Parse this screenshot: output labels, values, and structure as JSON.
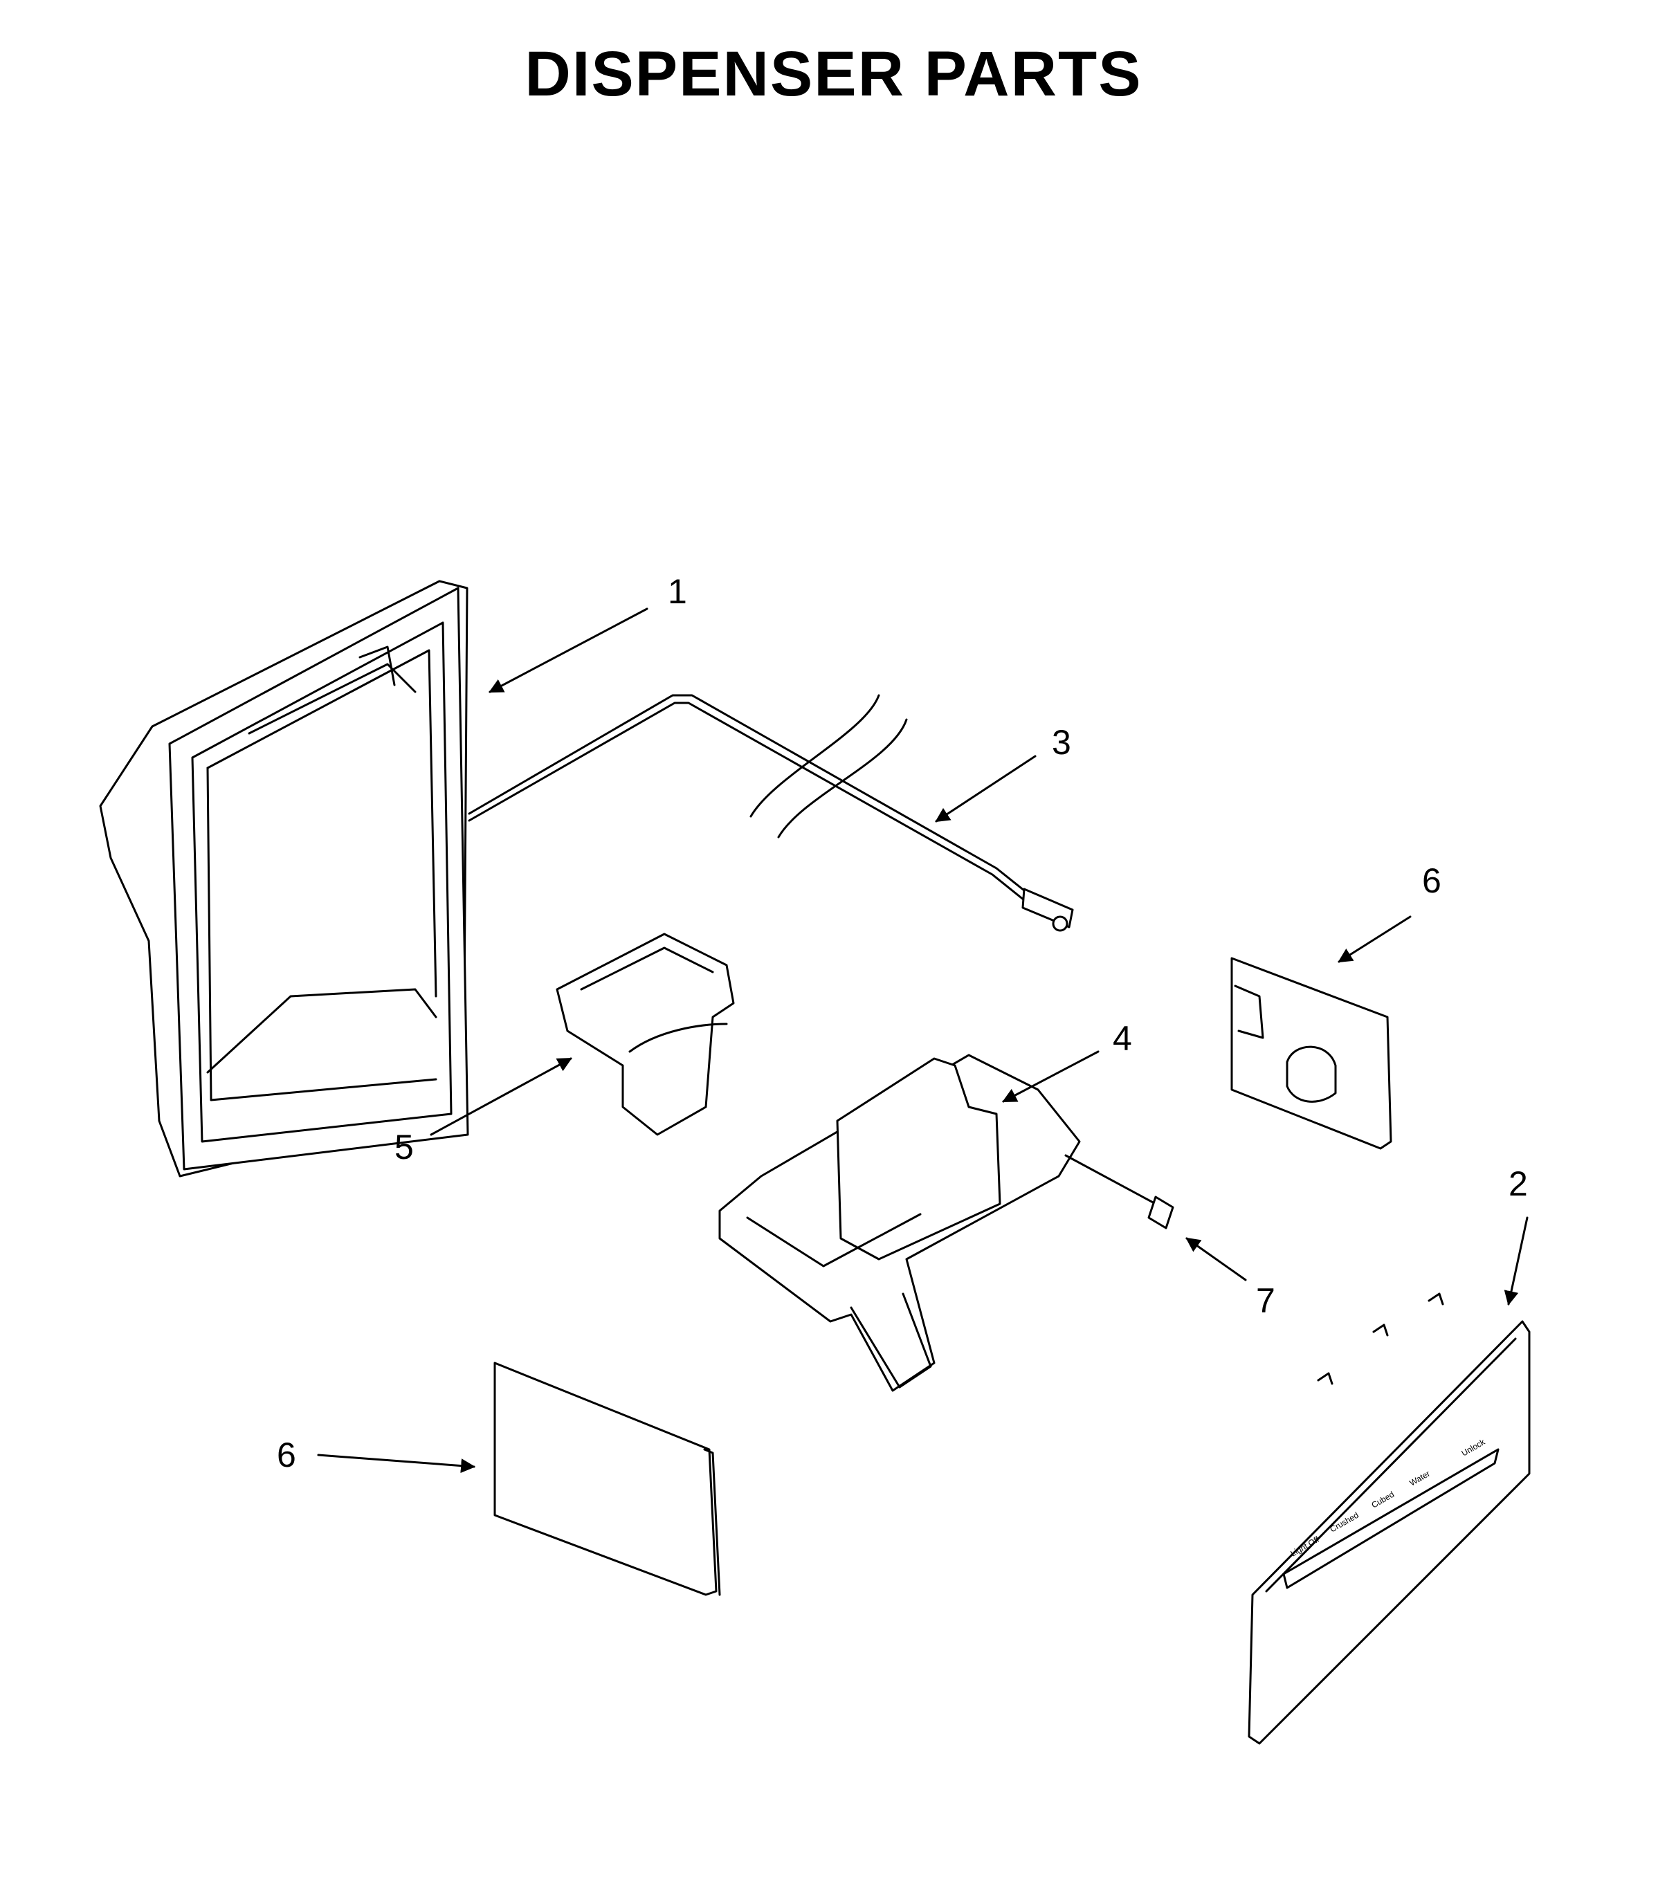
{
  "title": "DISPENSER PARTS",
  "callouts": [
    "1",
    "2",
    "3",
    "4",
    "5",
    "6",
    "6",
    "7"
  ],
  "panel_labels": [
    "Unlock",
    "Water",
    "Cubed",
    "Crushed",
    "Light Off"
  ]
}
